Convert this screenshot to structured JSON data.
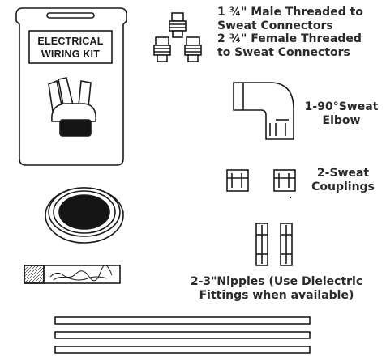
{
  "kit_label": {
    "line1": "ELECTRICAL",
    "line2": "WIRING KIT"
  },
  "labels": {
    "connectors": {
      "line1": "1 ¾\" Male Threaded to",
      "line2": "Sweat Connectors",
      "line3": "2 ¾\" Female Threaded",
      "line4": "to Sweat Connectors"
    },
    "elbow": {
      "line1": "1-90°Sweat",
      "line2": "Elbow"
    },
    "couplings": {
      "line1": "2-Sweat",
      "line2": "Couplings"
    },
    "nipples": {
      "line1": "2-3\"Nipples (Use Dielectric",
      "line2": "Fittings when available)"
    }
  },
  "colors": {
    "stroke": "#1a1a1a",
    "text": "#2a2a2a",
    "tape_fill": "#151515",
    "package_fill": "#ffffff",
    "tube_fill": "#ffffff"
  },
  "icons": [
    "electrical-wiring-kit-package-icon",
    "threaded-connector-icon",
    "sweat-elbow-icon",
    "sweat-coupling-icon",
    "nipple-icon",
    "electrical-tape-roll-icon",
    "pipe-thread-sealant-icon",
    "copper-tube-icon"
  ]
}
